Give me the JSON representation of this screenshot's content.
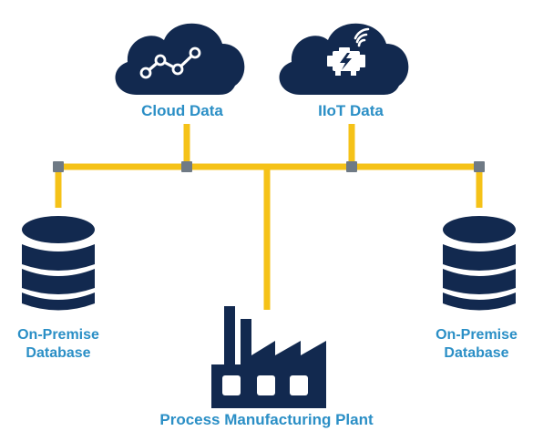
{
  "colors": {
    "node_fill": "#12294f",
    "connector": "#f5c218",
    "junction": "#6f7a85",
    "label": "#2b8fc6"
  },
  "nodes": {
    "cloud_data": {
      "label": "Cloud Data",
      "icon": "cloud-line-chart-icon"
    },
    "iiot_data": {
      "label": "IIoT Data",
      "icon": "cloud-engine-wireless-icon"
    },
    "db_left": {
      "line1": "On-Premise",
      "line2": "Database",
      "icon": "database-icon"
    },
    "db_right": {
      "line1": "On-Premise",
      "line2": "Database",
      "icon": "database-icon"
    },
    "plant": {
      "label": "Process Manufacturing Plant",
      "icon": "factory-icon"
    }
  }
}
